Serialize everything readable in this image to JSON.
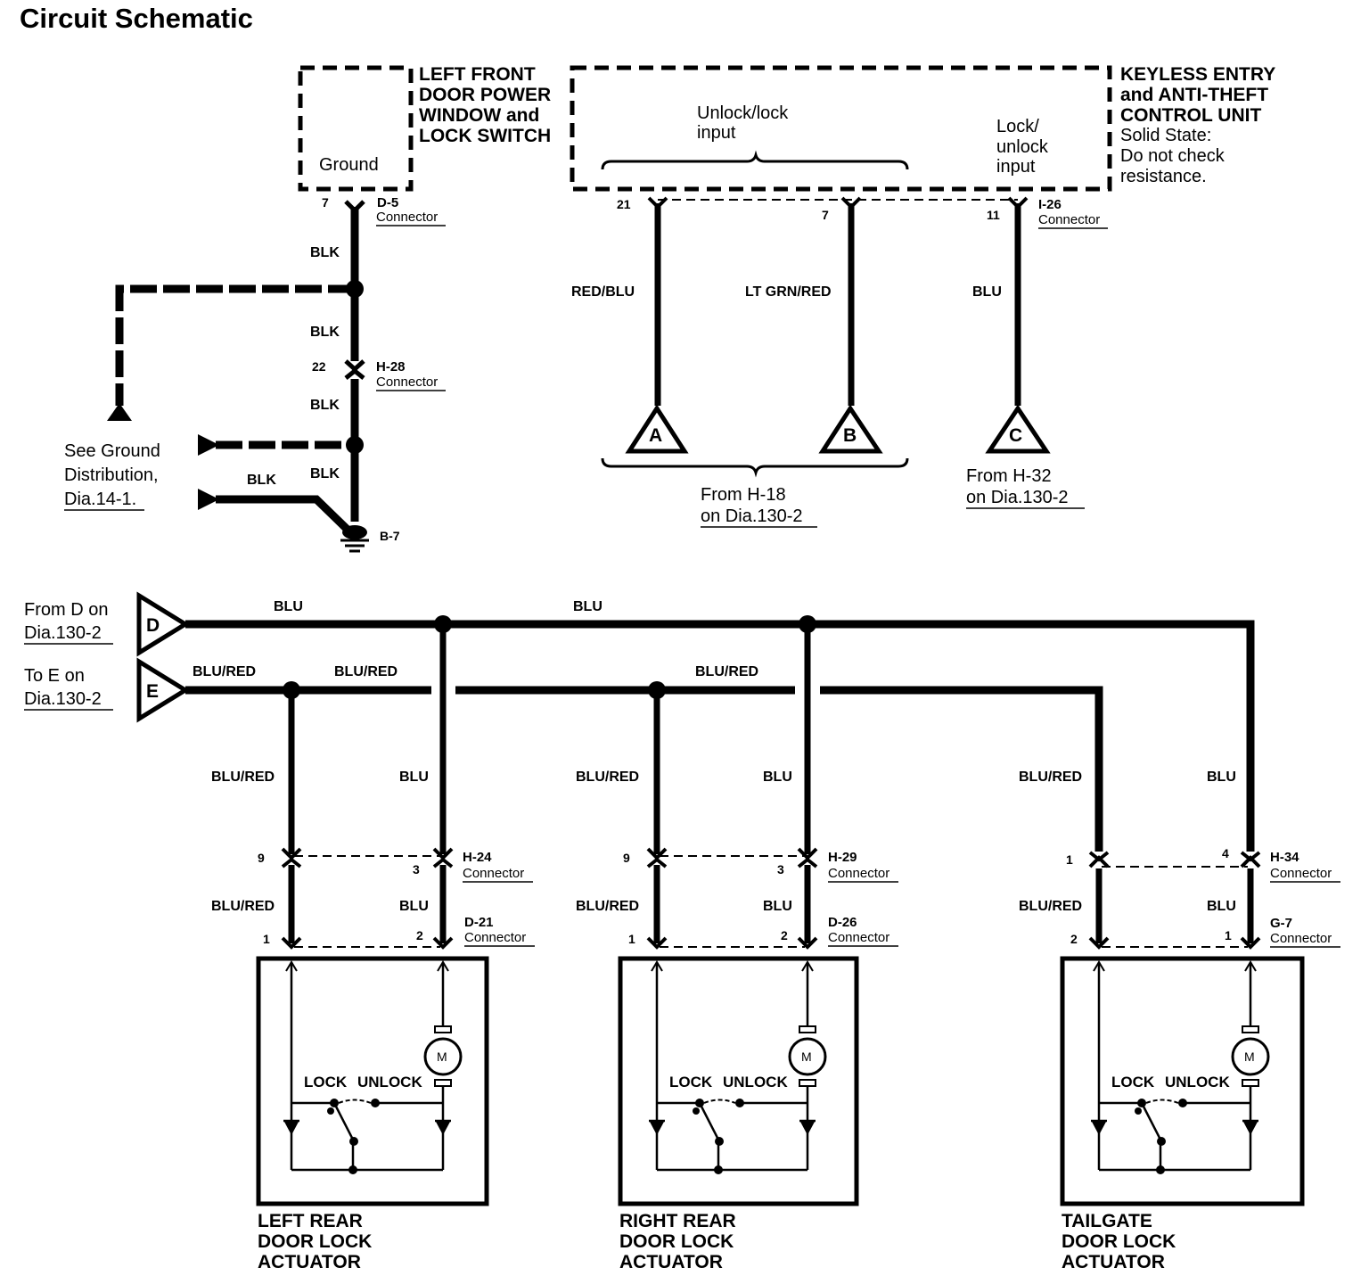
{
  "title": "Circuit Schematic",
  "left_switch": {
    "lines": [
      "LEFT FRONT",
      "DOOR POWER",
      "WINDOW and",
      "LOCK SWITCH"
    ],
    "ground_label": "Ground"
  },
  "keyless_unit": {
    "lines": [
      "KEYLESS ENTRY",
      "and ANTI-THEFT",
      "CONTROL UNIT"
    ],
    "note_lines": [
      "Solid State:",
      "Do not check",
      "resistance."
    ],
    "unlock_lock_input": [
      "Unlock/lock",
      "input"
    ],
    "lock_unlock_input": [
      "Lock/",
      "unlock",
      "input"
    ]
  },
  "connectors": {
    "d5": {
      "name": "D-5",
      "label": "Connector",
      "pin": "7"
    },
    "h28": {
      "name": "H-28",
      "label": "Connector",
      "pin": "22"
    },
    "i26": {
      "name": "I-26",
      "label": "Connector",
      "pins": [
        "21",
        "7",
        "11"
      ]
    },
    "h24": {
      "name": "H-24",
      "label": "Connector",
      "pins": [
        "9",
        "3"
      ]
    },
    "d21": {
      "name": "D-21",
      "label": "Connector",
      "pins": [
        "1",
        "2"
      ]
    },
    "h29": {
      "name": "H-29",
      "label": "Connector",
      "pins": [
        "9",
        "3"
      ]
    },
    "d26": {
      "name": "D-26",
      "label": "Connector",
      "pins": [
        "1",
        "2"
      ]
    },
    "h34": {
      "name": "H-34",
      "label": "Connector",
      "pins": [
        "1",
        "4"
      ]
    },
    "g7": {
      "name": "G-7",
      "label": "Connector",
      "pins": [
        "2",
        "1"
      ]
    }
  },
  "ground_wires": [
    "BLK",
    "BLK",
    "BLK",
    "BLK",
    "BLK"
  ],
  "ground_point": "B-7",
  "ground_ref": {
    "lines": [
      "See Ground",
      "Distribution,"
    ],
    "link": "Dia.14-1."
  },
  "keyless_wires": {
    "a": "RED/BLU",
    "b": "LT GRN/RED",
    "c": "BLU"
  },
  "terminals": {
    "a": "A",
    "b": "B",
    "c": "C",
    "d": "D",
    "e": "E"
  },
  "from_h18": {
    "line1": "From H-18",
    "line2": "on Dia.130-2"
  },
  "from_h32": {
    "line1": "From H-32",
    "line2": "on Dia.130-2"
  },
  "from_d": {
    "line1": "From D on",
    "line2": "Dia.130-2"
  },
  "to_e": {
    "line1": "To E on",
    "line2": "Dia.130-2"
  },
  "bus_wires": {
    "blu_1": "BLU",
    "blu_2": "BLU",
    "blured_1": "BLU/RED",
    "blured_2": "BLU/RED",
    "blured_3": "BLU/RED"
  },
  "drops": {
    "blu_red": "BLU/RED",
    "blu": "BLU"
  },
  "actuators": [
    {
      "lines": [
        "LEFT REAR",
        "DOOR LOCK",
        "ACTUATOR"
      ],
      "lock": "LOCK",
      "unlock": "UNLOCK",
      "motor": "M"
    },
    {
      "lines": [
        "RIGHT REAR",
        "DOOR LOCK",
        "ACTUATOR"
      ],
      "lock": "LOCK",
      "unlock": "UNLOCK",
      "motor": "M"
    },
    {
      "lines": [
        "TAILGATE",
        "DOOR LOCK",
        "ACTUATOR"
      ],
      "lock": "LOCK",
      "unlock": "UNLOCK",
      "motor": "M"
    }
  ]
}
